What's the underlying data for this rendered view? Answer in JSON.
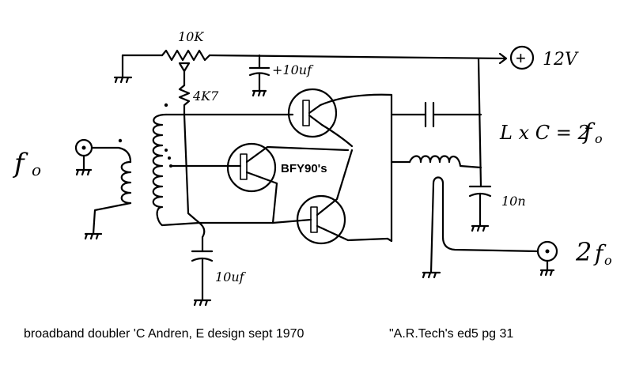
{
  "labels": {
    "pot": "10K",
    "resistor": "4K7",
    "supply_plus": "+",
    "supply_v": "12V",
    "cap_top": "+10uf",
    "transistors": "BFY90's",
    "lc_equation_left": "L x C = 2",
    "lc_equation_sub": "o",
    "lc_f": "f",
    "cap_10n": "10n",
    "input_f": "f",
    "input_sub": "o",
    "output_2": "2",
    "output_f": "f",
    "output_sub": "o",
    "cap_bottom": "10uf"
  },
  "caption": {
    "left": "broadband doubler 'C Andren, E design sept 1970",
    "right": "\"A.R.Tech's  ed5 pg 31"
  }
}
